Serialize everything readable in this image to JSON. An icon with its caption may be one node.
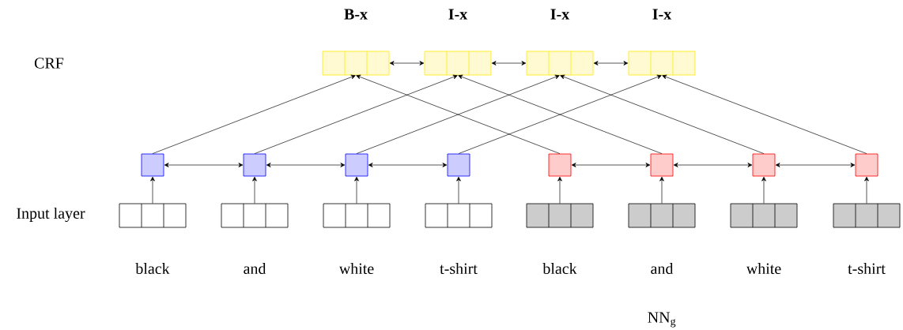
{
  "diagram": {
    "nodes": [
      {
        "text": [],
        "shape": "box"
      },
      {
        "text": [],
        "shape": "box"
      },
      {
        "text": [],
        "shape": "box"
      },
      {
        "text": [],
        "shape": "box"
      },
      {
        "text": [],
        "shape": "box"
      },
      {
        "text": [],
        "shape": "box"
      },
      {
        "text": [],
        "shape": "box"
      },
      {
        "text": [],
        "shape": "box"
      },
      {
        "text": [],
        "shape": "box"
      },
      {
        "text": [],
        "shape": "box"
      },
      {
        "text": [],
        "shape": "box"
      },
      {
        "text": [],
        "shape": "box"
      },
      {
        "text": [],
        "shape": "box"
      },
      {
        "text": [],
        "shape": "box"
      },
      {
        "text": [],
        "shape": "box"
      },
      {
        "text": [],
        "shape": "box"
      },
      {
        "text": [],
        "shape": "box"
      },
      {
        "text": [],
        "shape": "box"
      },
      {
        "text": [],
        "shape": "box"
      },
      {
        "text": [],
        "shape": "box"
      }
    ],
    "edges": [
      {
        "from": 0,
        "to": 1,
        "arrow": "both"
      },
      {
        "from": 1,
        "to": 2,
        "arrow": "both"
      },
      {
        "from": 2,
        "to": 3,
        "arrow": "both"
      },
      {
        "from": 4,
        "to": 5,
        "arrow": "both"
      },
      {
        "from": 5,
        "to": 6,
        "arrow": "both"
      },
      {
        "from": 6,
        "to": 7,
        "arrow": "both"
      },
      {
        "from": 8,
        "to": 9,
        "arrow": "both"
      },
      {
        "from": 9,
        "to": 10,
        "arrow": "both"
      },
      {
        "from": 10,
        "to": 11,
        "arrow": "both"
      },
      {
        "from": 12,
        "to": 4,
        "arrow": "to"
      },
      {
        "from": 13,
        "to": 5,
        "arrow": "to"
      },
      {
        "from": 14,
        "to": 6,
        "arrow": "to"
      },
      {
        "from": 15,
        "to": 7,
        "arrow": "to"
      },
      {
        "from": 16,
        "to": 8,
        "arrow": "to"
      },
      {
        "from": 17,
        "to": 9,
        "arrow": "to"
      },
      {
        "from": 18,
        "to": 10,
        "arrow": "to"
      },
      {
        "from": 19,
        "to": 11,
        "arrow": "to"
      },
      {
        "from": 4,
        "to": 0,
        "arrow": "to"
      },
      {
        "from": 5,
        "to": 1,
        "arrow": "to"
      },
      {
        "from": 6,
        "to": 2,
        "arrow": "to"
      },
      {
        "from": 7,
        "to": 3,
        "arrow": "to"
      },
      {
        "from": 8,
        "to": 0,
        "arrow": "to"
      },
      {
        "from": 9,
        "to": 1,
        "arrow": "to"
      },
      {
        "from": 10,
        "to": 2,
        "arrow": "to"
      },
      {
        "from": 11,
        "to": 3,
        "arrow": "to"
      }
    ],
    "labels": [
      "B-x",
      "I-x",
      "I-x",
      "I-x",
      "CRF",
      "Input layer",
      "black",
      "and",
      "white",
      "t-shirt",
      "black",
      "and",
      "white",
      "t-shirt",
      "NN$_{g}$"
    ]
  }
}
